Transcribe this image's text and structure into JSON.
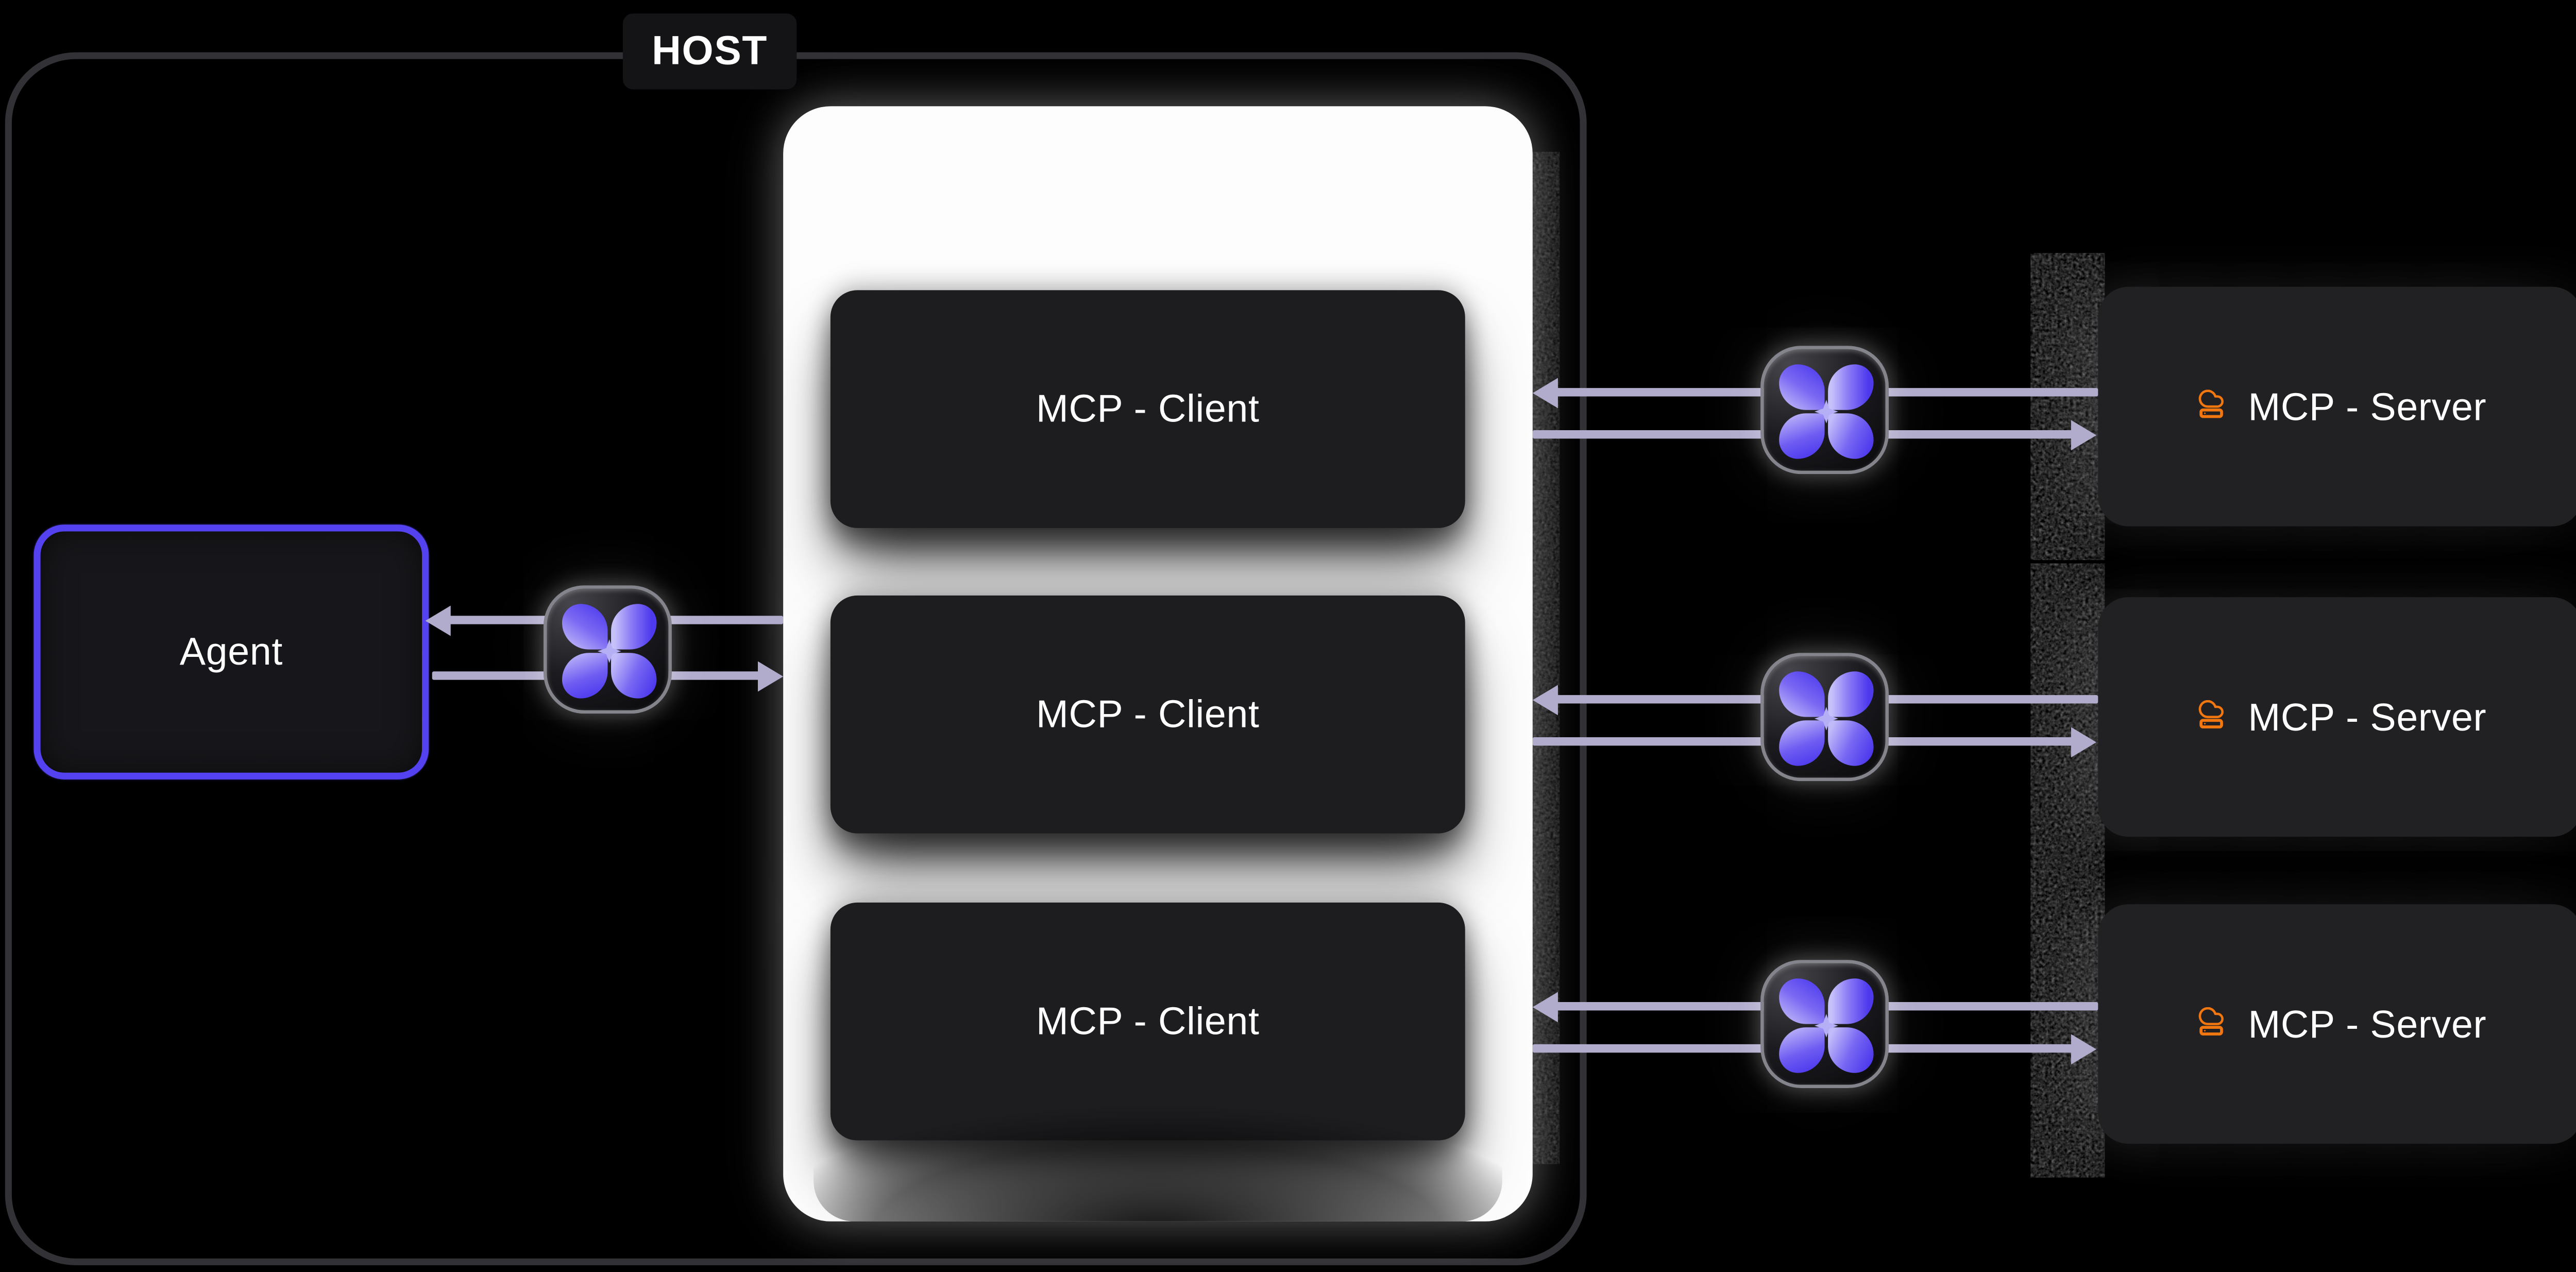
{
  "diagram": {
    "host": {
      "label": "HOST"
    },
    "agent": {
      "label": "Agent"
    },
    "clients": [
      {
        "label": "MCP - Client"
      },
      {
        "label": "MCP - Client"
      },
      {
        "label": "MCP - Client"
      }
    ],
    "servers": [
      {
        "label": "MCP - Server"
      },
      {
        "label": "MCP - Server"
      },
      {
        "label": "MCP - Server"
      }
    ],
    "icons": {
      "connector_badge": "mcp-clover-icon",
      "server_icon": "cloud-server-icon",
      "arrows": "left-and-right-arrowheads"
    },
    "colors": {
      "background": "#000000",
      "host_border": "#323236",
      "panel": "#fdfdfd",
      "node_dark": "#1d1d20",
      "server_node": "#212124",
      "agent_border": "#5442f0",
      "connector_line": "#b1accc",
      "petal_light": "#c7c1fa",
      "petal_dark": "#4e3aed",
      "server_icon_orange": "#f2770f",
      "text": "#ffffff"
    }
  }
}
